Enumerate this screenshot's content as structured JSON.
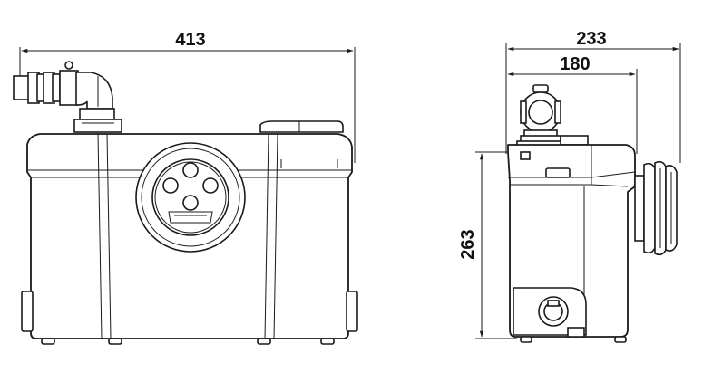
{
  "dimensions": {
    "width": "413",
    "depth_total": "233",
    "depth_body": "180",
    "height": "263"
  }
}
